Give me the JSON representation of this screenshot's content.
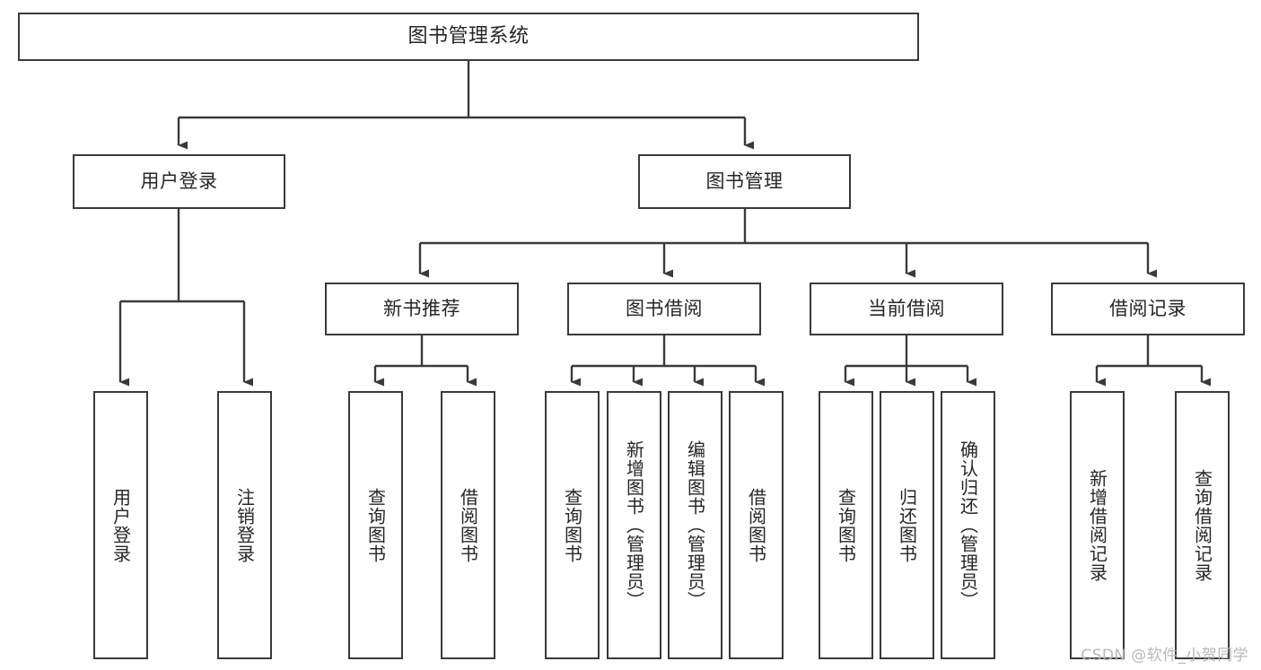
{
  "diagram": {
    "title": "图书管理系统",
    "watermark": "CSDN @软件_小贺同学",
    "type": "tree-hierarchy",
    "colors": {
      "box_border": "#3a3a3a",
      "box_fill": "#ffffff",
      "connector": "#3a3a3a",
      "text": "#262626",
      "watermark": "#b8b8b8"
    },
    "root": {
      "label": "图书管理系统"
    },
    "level2": [
      {
        "label": "用户登录"
      },
      {
        "label": "图书管理"
      }
    ],
    "level3": [
      {
        "label": "新书推荐"
      },
      {
        "label": "图书借阅"
      },
      {
        "label": "当前借阅"
      },
      {
        "label": "借阅记录"
      }
    ],
    "leaves": {
      "user_login": [
        {
          "label": "用户登录"
        },
        {
          "label": "注销登录"
        }
      ],
      "new_book_recommend": [
        {
          "label": "查询图书"
        },
        {
          "label": "借阅图书"
        }
      ],
      "book_borrow": [
        {
          "label": "查询图书"
        },
        {
          "label": "新增图书（管理员）"
        },
        {
          "label": "编辑图书（管理员）"
        },
        {
          "label": "借阅图书"
        }
      ],
      "current_borrow": [
        {
          "label": "查询图书"
        },
        {
          "label": "归还图书"
        },
        {
          "label": "确认归还（管理员）"
        }
      ],
      "borrow_record": [
        {
          "label": "新增借阅记录"
        },
        {
          "label": "查询借阅记录"
        }
      ]
    }
  }
}
